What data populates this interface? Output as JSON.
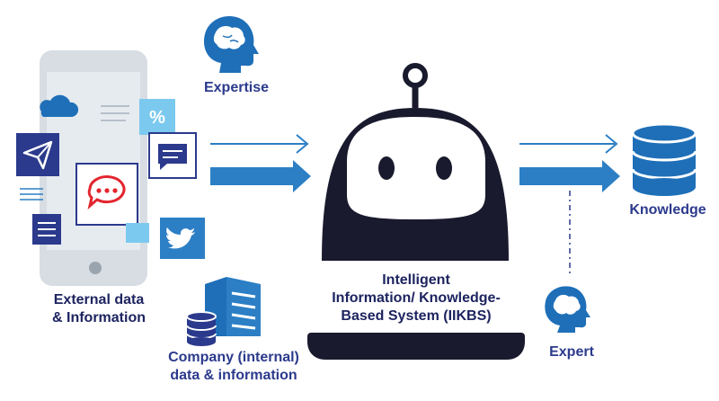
{
  "labels": {
    "expertise": "Expertise",
    "external_line1": "External data",
    "external_line2": "& Information",
    "company_line1": "Company (internal)",
    "company_line2": "data & information",
    "system_line1": "Intelligent",
    "system_line2": "Information/ Knowledge-",
    "system_line3": "Based System (IIKBS)",
    "knowledge": "Knowledge",
    "expert": "Expert",
    "percent_glyph": "%"
  },
  "colors": {
    "navy": "#2b3a8c",
    "dark_navy": "#1d2460",
    "arrow_blue": "#2c7fc5",
    "light_blue": "#7cc9ef",
    "icon_blue": "#1e6fb8",
    "phone_gray": "#d7dde3",
    "red": "#e3252e"
  },
  "icons": [
    "head-brain-icon",
    "robot-icon",
    "database-icon",
    "building-icon",
    "cloud-icon",
    "paper-plane-icon",
    "chat-icon",
    "twitter-icon"
  ]
}
